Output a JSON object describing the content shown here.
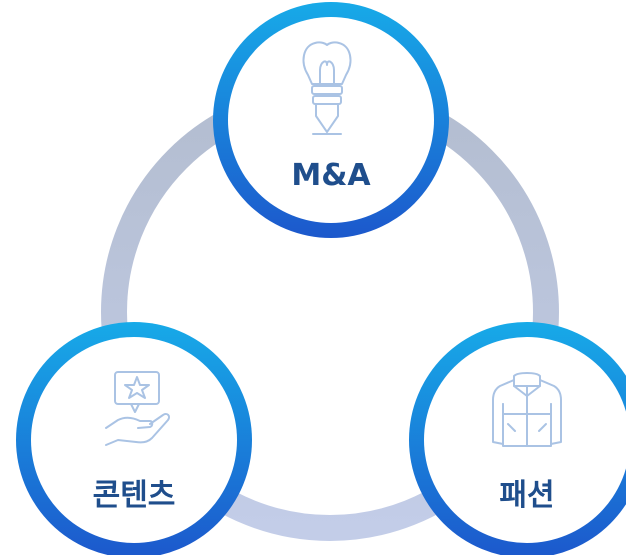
{
  "nodes": [
    {
      "id": "mna",
      "label": "M&A",
      "icon": "lightbulb-icon"
    },
    {
      "id": "contents",
      "label": "콘텐츠",
      "icon": "star-hand-icon"
    },
    {
      "id": "fashion",
      "label": "패션",
      "icon": "jacket-icon"
    }
  ],
  "colors": {
    "ring": "#b4bfd4",
    "ring_gradient": [
      "#b8c3d6",
      "#c5d0ea"
    ],
    "node_border_top": "#1aa6e6",
    "node_border_bottom": "#1d5fcf",
    "label": "#1f4e8c",
    "icon_stroke": "#aac3e4"
  }
}
